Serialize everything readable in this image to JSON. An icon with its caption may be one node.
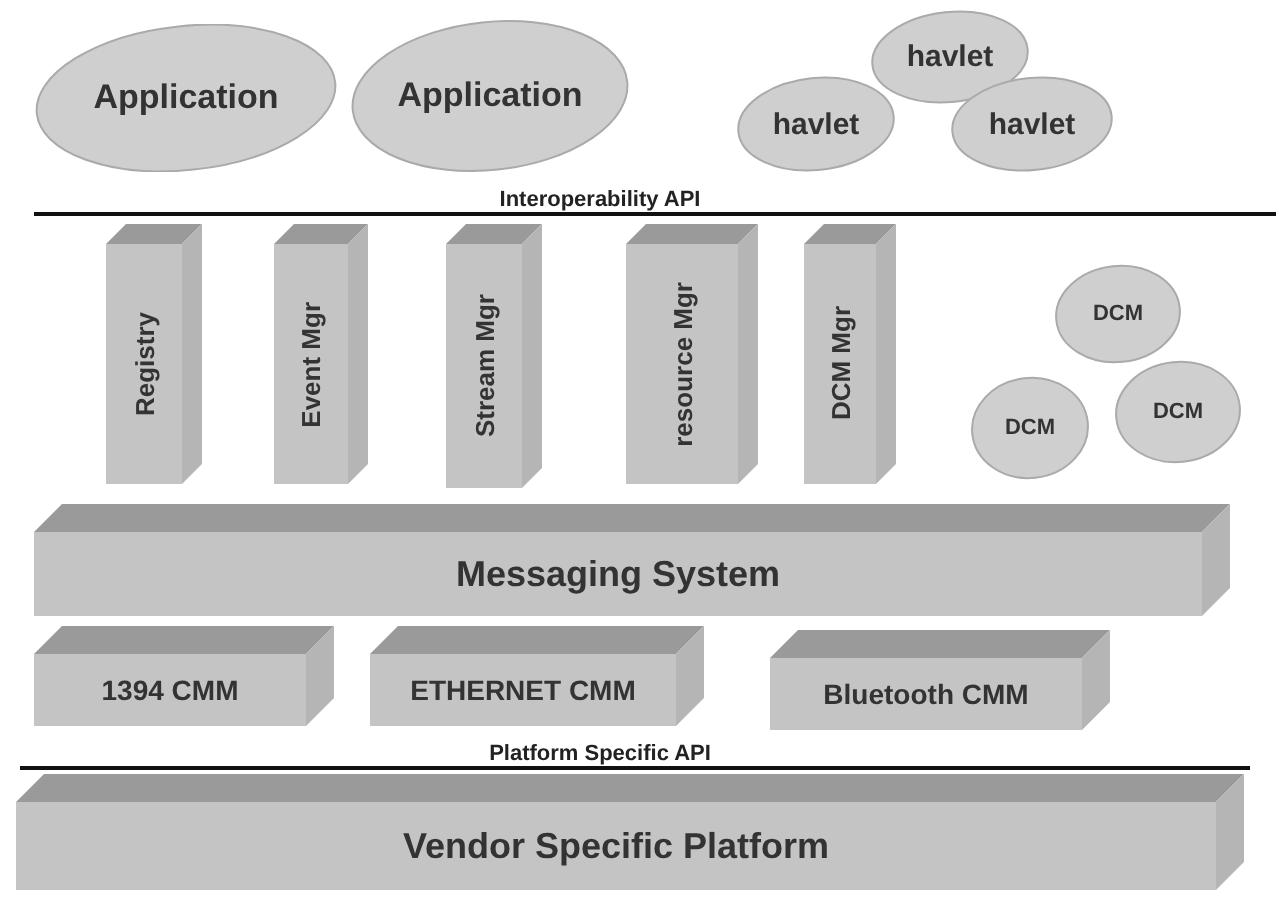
{
  "diagram": {
    "nodes": [
      {
        "text": [
          "Application"
        ]
      },
      {
        "text": [
          "Application"
        ]
      },
      {
        "text": [
          "havlet"
        ]
      },
      {
        "text": [
          "havlet"
        ]
      },
      {
        "text": [
          "havlet"
        ]
      },
      {
        "text": [
          "Registry"
        ]
      },
      {
        "text": [
          "Event Mgr"
        ]
      },
      {
        "text": [
          "Stream Mgr"
        ]
      },
      {
        "text": [
          "resource Mgr"
        ]
      },
      {
        "text": [
          "DCM Mgr"
        ]
      },
      {
        "text": [
          "DCM"
        ]
      },
      {
        "text": [
          "DCM"
        ]
      },
      {
        "text": [
          "DCM"
        ]
      },
      {
        "text": [
          "Messaging System"
        ]
      },
      {
        "text": [
          "1394 CMM"
        ]
      },
      {
        "text": [
          "ETHERNET CMM"
        ]
      },
      {
        "text": [
          "Bluetooth CMM"
        ]
      },
      {
        "text": [
          "Vendor Specific Platform"
        ]
      }
    ],
    "edges": [],
    "labels": [
      "Interoperability API",
      "Platform Specific API"
    ]
  }
}
